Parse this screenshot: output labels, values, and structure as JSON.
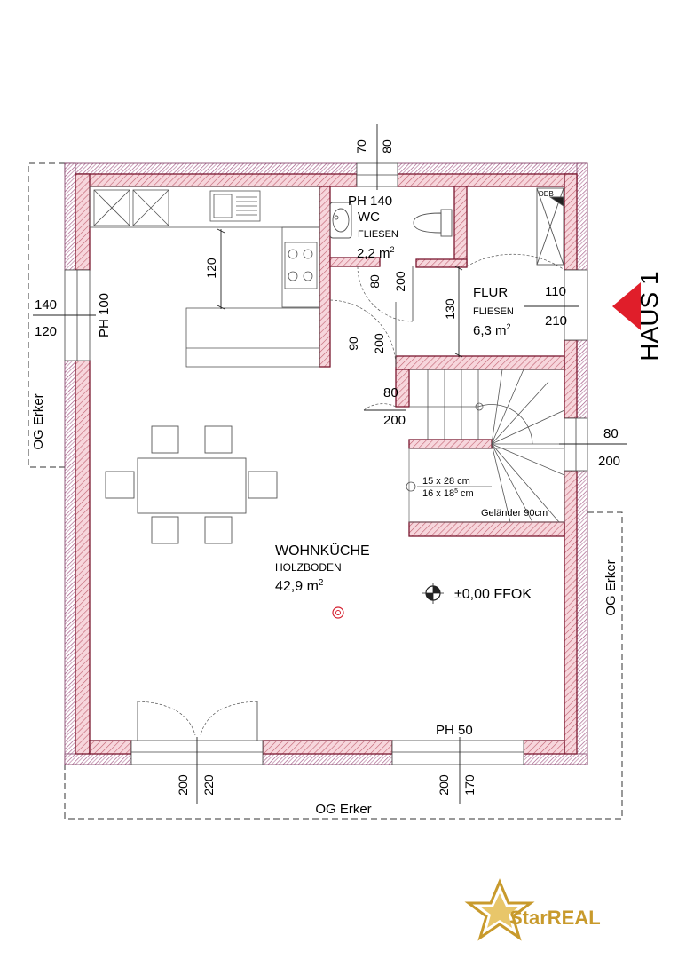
{
  "house": "HAUS 1",
  "rooms": {
    "wc": {
      "name": "WC",
      "floor": "FLIESEN",
      "area": "2,2 m",
      "sup": "2"
    },
    "flur": {
      "name": "FLUR",
      "floor": "FLIESEN",
      "area": "6,3 m",
      "sup": "2"
    },
    "kitchen": {
      "name": "WOHNKÜCHE",
      "floor": "HOLZBODEN",
      "area": "42,9 m",
      "sup": "2"
    }
  },
  "labels": {
    "ph_140": "PH 140",
    "ph_100": "PH 100",
    "ph_50": "PH 50",
    "level": "±0,00 FFOK",
    "stair_line1": "15 x 28 cm",
    "stair_line2a": "16 x 18",
    "stair_line2_sup": "5",
    "stair_line2b": " cm",
    "railing": "Geländer 90cm",
    "og_erker": "OG Erker",
    "ddb": "DDB"
  },
  "dimensions": {
    "top_window_w": "70",
    "top_window_h": "80",
    "left_window_w": "140",
    "left_window_h": "120",
    "island": "120",
    "wc_door_w": "80",
    "wc_door_h": "200",
    "flur_door_w": "90",
    "flur_door_h": "200",
    "flur_depth": "130",
    "entry_door_w": "110",
    "entry_door_h": "210",
    "stair_door_w": "80",
    "stair_door_h": "200",
    "right_window_w": "80",
    "right_window_h": "200",
    "bottom_left_w": "200",
    "bottom_left_h": "220",
    "bottom_right_w": "200",
    "bottom_right_h": "170"
  },
  "logo": {
    "star_text": "Star",
    "real_text": "REAL"
  }
}
